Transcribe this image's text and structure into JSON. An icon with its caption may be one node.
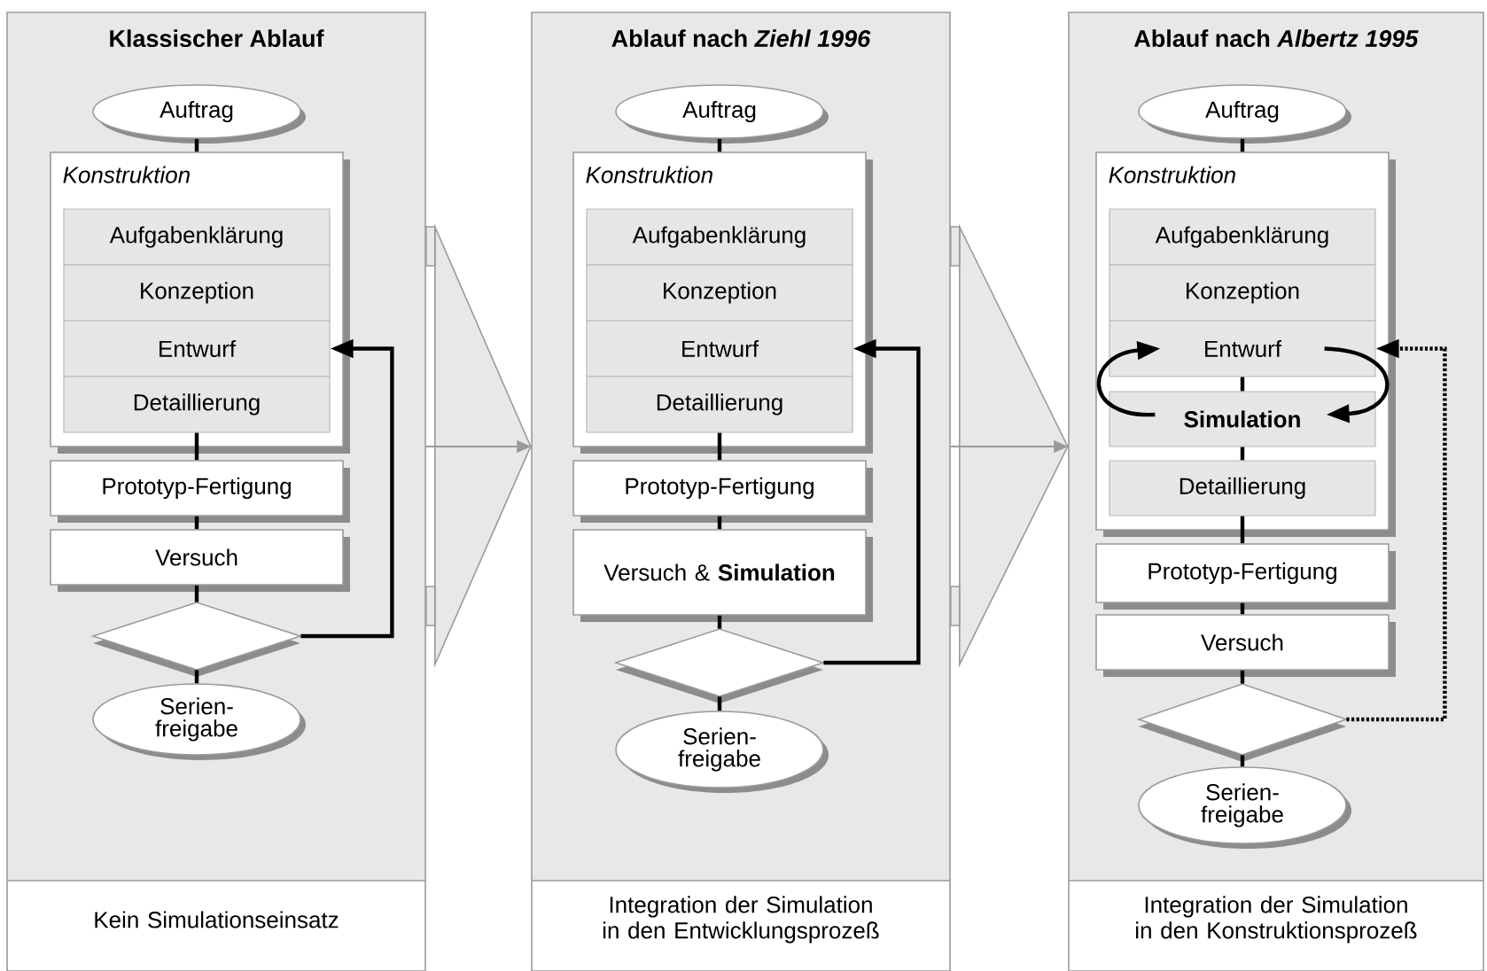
{
  "diagram": {
    "nodes": [
      {
        "text": [
          "Klassischer Ablauf",
          "Kein Simulationseinsatz"
        ]
      },
      {
        "text": [
          "Auftrag"
        ],
        "in": 0
      },
      {
        "text": [
          "Konstruktion"
        ],
        "in": 0
      },
      {
        "text": [
          "Aufgabenklärung"
        ],
        "in": 2
      },
      {
        "text": [
          "Konzeption"
        ],
        "in": 2
      },
      {
        "text": [
          "Entwurf"
        ],
        "in": 2
      },
      {
        "text": [
          "Detaillierung"
        ],
        "in": 2
      },
      {
        "text": [
          "Prototyp-Fertigung"
        ],
        "in": 0
      },
      {
        "text": [
          "Versuch"
        ],
        "in": 0
      },
      {
        "text": [],
        "shape": "diamond",
        "in": 0
      },
      {
        "text": [
          "Serien- freigabe"
        ],
        "in": 0
      },
      {
        "text": [
          "Ablauf nach *Ziehl 1996*",
          "Integration der Simulation in den Entwicklungsprozeß"
        ]
      },
      {
        "text": [
          "Auftrag"
        ],
        "in": 11
      },
      {
        "text": [
          "Konstruktion"
        ],
        "in": 11
      },
      {
        "text": [
          "Aufgabenklärung"
        ],
        "in": 13
      },
      {
        "text": [
          "Konzeption"
        ],
        "in": 13
      },
      {
        "text": [
          "Entwurf"
        ],
        "in": 13
      },
      {
        "text": [
          "Detaillierung"
        ],
        "in": 13
      },
      {
        "text": [
          "Prototyp-Fertigung"
        ],
        "in": 11
      },
      {
        "text": [
          "Versuch & **Simulation**"
        ],
        "in": 11
      },
      {
        "text": [],
        "shape": "diamond",
        "in": 11
      },
      {
        "text": [
          "Serien- freigabe"
        ],
        "in": 11
      },
      {
        "text": [
          "Ablauf nach *Albertz 1995*",
          "Integration der Simulation in den Konstruktionsprozeß"
        ]
      },
      {
        "text": [
          "Auftrag"
        ],
        "in": 22
      },
      {
        "text": [
          "Konstruktion"
        ],
        "in": 22
      },
      {
        "text": [
          "Aufgabenklärung"
        ],
        "in": 24
      },
      {
        "text": [
          "Konzeption"
        ],
        "in": 24
      },
      {
        "text": [
          "Entwurf"
        ],
        "in": 24
      },
      {
        "text": [
          "Simulation"
        ],
        "in": 24
      },
      {
        "text": [
          "Detaillierung"
        ],
        "in": 24
      },
      {
        "text": [
          "Prototyp-Fertigung"
        ],
        "in": 22
      },
      {
        "text": [
          "Versuch"
        ],
        "in": 22
      },
      {
        "text": [],
        "shape": "diamond",
        "in": 22
      },
      {
        "text": [
          "Serien- freigabe"
        ],
        "in": 22
      }
    ],
    "edges": [
      {
        "from": 1,
        "to": 2,
        "arrow": "none"
      },
      {
        "from": 6,
        "to": 7,
        "arrow": "none"
      },
      {
        "from": 7,
        "to": 8,
        "arrow": "none"
      },
      {
        "from": 8,
        "to": 9,
        "arrow": "none"
      },
      {
        "from": 9,
        "to": 10,
        "arrow": "none"
      },
      {
        "from": 9,
        "to": 5,
        "arrow": "to"
      },
      {
        "from": 12,
        "to": 13,
        "arrow": "none"
      },
      {
        "from": 17,
        "to": 18,
        "arrow": "none"
      },
      {
        "from": 18,
        "to": 19,
        "arrow": "none"
      },
      {
        "from": 19,
        "to": 20,
        "arrow": "none"
      },
      {
        "from": 20,
        "to": 21,
        "arrow": "none"
      },
      {
        "from": 20,
        "to": 16,
        "arrow": "to"
      },
      {
        "from": 23,
        "to": 24,
        "arrow": "none"
      },
      {
        "from": 27,
        "to": 28,
        "arrow": "none"
      },
      {
        "from": 28,
        "to": 29,
        "arrow": "none"
      },
      {
        "from": 28,
        "to": 27,
        "arrow": "to"
      },
      {
        "from": 27,
        "to": 28,
        "arrow": "to"
      },
      {
        "from": 29,
        "to": 30,
        "arrow": "none"
      },
      {
        "from": 30,
        "to": 31,
        "arrow": "none"
      },
      {
        "from": 31,
        "to": 32,
        "arrow": "none"
      },
      {
        "from": 32,
        "to": 33,
        "arrow": "none"
      },
      {
        "from": 32,
        "to": 27,
        "arrow": "to",
        "style": "dashed"
      },
      {
        "from": 0,
        "to": 11,
        "arrow": "to",
        "color": "#9a9a9a"
      },
      {
        "from": 11,
        "to": 22,
        "arrow": "to",
        "color": "#9a9a9a"
      }
    ]
  }
}
